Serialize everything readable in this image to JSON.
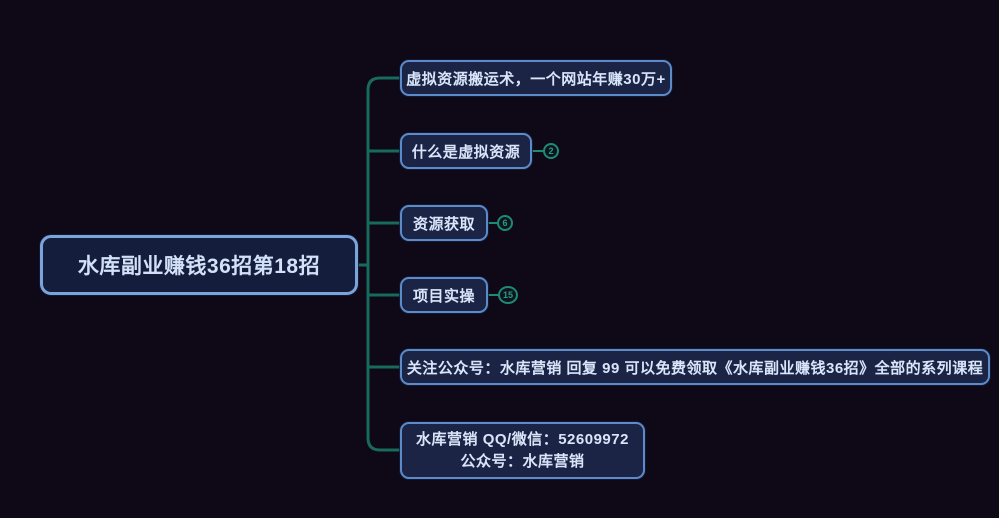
{
  "app": {
    "type": "mind-map-canvas",
    "background_color": "#0e0817"
  },
  "colors": {
    "connector": "#176a5c",
    "badge_accent": "#1f8a74",
    "node_border": "#5d8bc9",
    "node_fill": "#1b2445",
    "root_border": "#7ba4da",
    "root_fill": "#151d3c",
    "text": "#d9e6fa"
  },
  "mindmap": {
    "root": {
      "label": "水库副业赚钱36招第18招"
    },
    "children": [
      {
        "label": "虚拟资源搬运术，一个网站年赚30万+"
      },
      {
        "label": "什么是虚拟资源",
        "collapsed_count": "2"
      },
      {
        "label": "资源获取",
        "collapsed_count": "6"
      },
      {
        "label": "项目实操",
        "collapsed_count": "15"
      },
      {
        "label": "关注公众号：水库营销 回复 99 可以免费领取《水库副业赚钱36招》全部的系列课程"
      },
      {
        "label": "水库营销  QQ/微信：52609972\n公众号：水库营销"
      }
    ]
  }
}
